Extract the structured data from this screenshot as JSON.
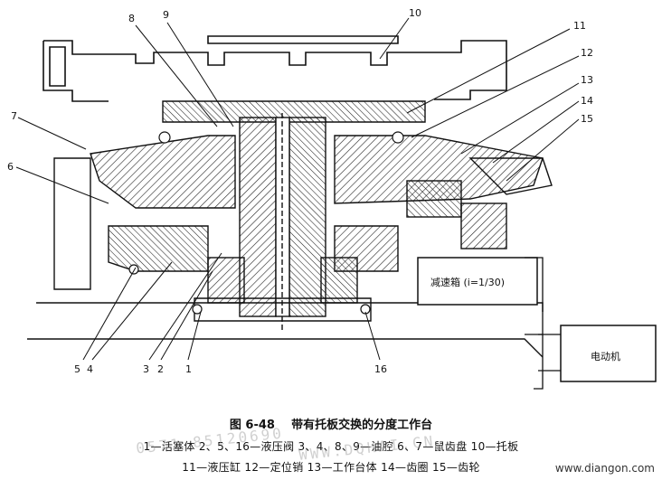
{
  "figure": {
    "callouts": [
      "1",
      "2",
      "3",
      "4",
      "5",
      "6",
      "7",
      "8",
      "9",
      "10",
      "11",
      "12",
      "13",
      "14",
      "15",
      "16"
    ],
    "reducer_label": "减速箱 (i=1/30)",
    "motor_label": "电动机"
  },
  "caption": {
    "number": "图 6-48",
    "title": "带有托板交换的分度工作台"
  },
  "legend": {
    "line1": "1—活塞体   2、5、16—液压阀   3、4、8、9—油腔   6、7—鼠齿盘   10—托板",
    "line2": "11—液压缸   12—定位销   13—工作台体   14—齿圈   15—齿轮"
  },
  "watermark": {
    "phone": "0571-85120690",
    "domain": "WWW.DQHAI.CN"
  },
  "site": "www.diangon.com"
}
